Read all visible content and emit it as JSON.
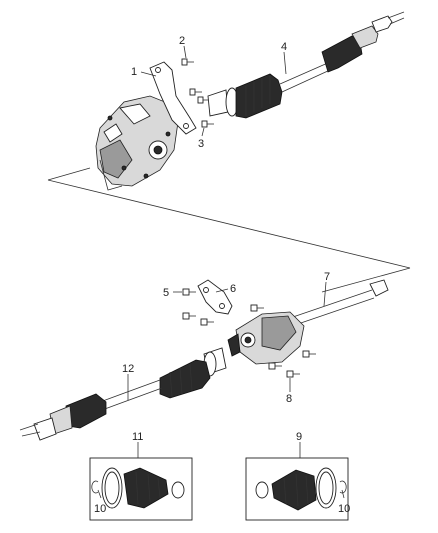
{
  "labels": {
    "l1": "1",
    "l2": "2",
    "l3": "3",
    "l4": "4",
    "l5": "5",
    "l6": "6",
    "l7": "7",
    "l8": "8",
    "l9": "9",
    "l10a": "10",
    "l10b": "10",
    "l11": "11",
    "l12": "12"
  }
}
